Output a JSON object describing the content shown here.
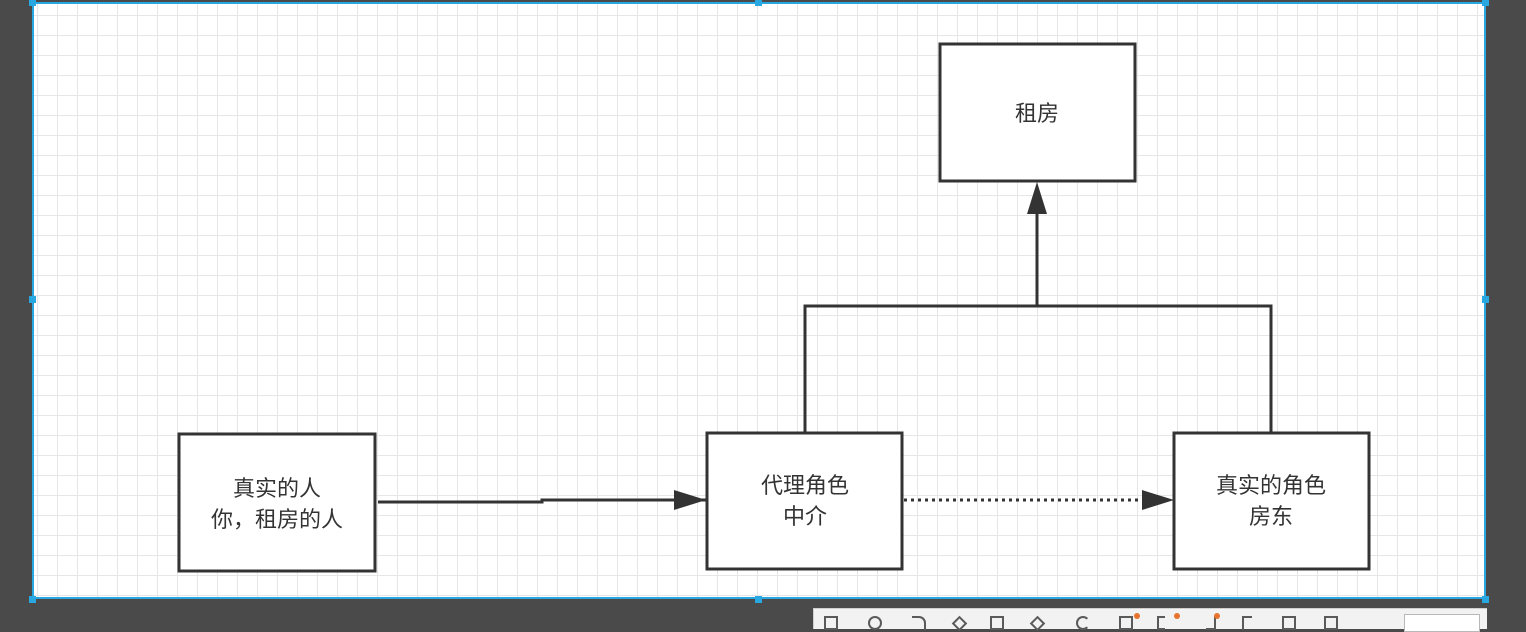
{
  "nodes": {
    "rent": {
      "label": "租房"
    },
    "real_person": {
      "line1": "真实的人",
      "line2": "你，租房的人"
    },
    "proxy": {
      "line1": "代理角色",
      "line2": "中介"
    },
    "real_role": {
      "line1": "真实的角色",
      "line2": "房东"
    }
  },
  "edges": [
    {
      "from": "real_person",
      "to": "proxy",
      "style": "solid",
      "arrow": "filled"
    },
    {
      "from": "proxy",
      "to": "real_role",
      "style": "dotted",
      "arrow": "filled"
    },
    {
      "from": "proxy",
      "to": "rent",
      "style": "solid",
      "arrow": "filled",
      "routing": "orthogonal"
    },
    {
      "from": "real_role",
      "to": "rent",
      "style": "solid",
      "arrow": "filled",
      "routing": "orthogonal"
    }
  ],
  "colors": {
    "stroke": "#333333",
    "selection": "#29a7e1",
    "canvas": "#ffffff",
    "grid": "#e6e6e6",
    "background": "#4a4a4a"
  }
}
